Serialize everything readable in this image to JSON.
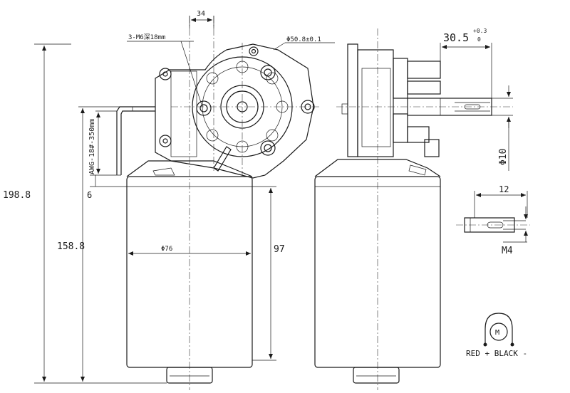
{
  "labels": {
    "overall_length": "198.8",
    "body_length": "158.8",
    "motor_length": "97",
    "motor_diameter": "Φ76",
    "mount_spacing": "34",
    "mount_holes": "3-M6深18mm",
    "pilot_diameter": "Φ50.8±0.1",
    "wire_spec": "AWG-18#-350mm",
    "wire_offset": "6",
    "shaft_projection": "30.5",
    "shaft_tol_upper": "+0.3",
    "shaft_tol_lower": "0",
    "shaft_diameter": "Φ10",
    "thread_length": "12",
    "thread_size": "M4",
    "motor_symbol": "M",
    "wiring_note": "RED + BLACK -"
  }
}
